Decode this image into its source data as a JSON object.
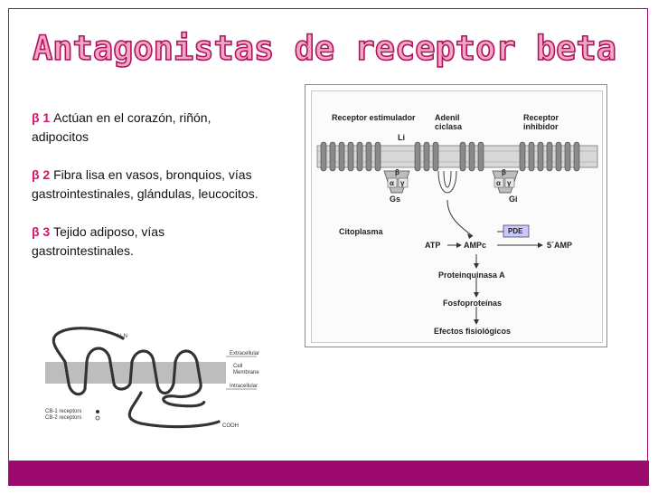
{
  "slide": {
    "title": "Antagonistas de receptor beta",
    "bullets": [
      {
        "label": "β 1",
        "text": " Actúan en el corazón, riñón, adipocitos"
      },
      {
        "label": "β 2",
        "text": " Fibra lisa en vasos, bronquios, vías gastrointestinales, glándulas, leucocitos."
      },
      {
        "label": "β 3",
        "text": " Tejido adiposo, vías gastrointestinales."
      }
    ]
  },
  "diagram": {
    "receptor_estimulador": "Receptor estimulador",
    "adenil_ciclasa": "Adenil ciclasa",
    "receptor_inhibidor": "Receptor inhibidor",
    "li": "Li",
    "gs": "Gs",
    "gi": "Gi",
    "citoplasma": "Citoplasma",
    "atp": "ATP",
    "ampc": "AMPc",
    "pde": "PDE",
    "amp5": "5´AMP",
    "proteinquinasa": "Proteinquinasa A",
    "fosfoproteinas": "Fosfoproteínas",
    "efectos": "Efectos fisiológicos",
    "beta": "β",
    "alpha": "α",
    "gamma": "γ"
  },
  "receptor_figure": {
    "h2n": "H₂N",
    "extracellular": "Extracellular",
    "cell_membrane": "Cell Membrane",
    "intracellular": "Intracellular",
    "cooh": "COOH",
    "cb1": "CB-1 receptors",
    "cb2": "CB-2 receptors"
  },
  "colors": {
    "accent": "#9c0a6e",
    "beta_label": "#d4146e",
    "title_fill": "#f3a6c4",
    "title_outline": "#b0125f"
  }
}
